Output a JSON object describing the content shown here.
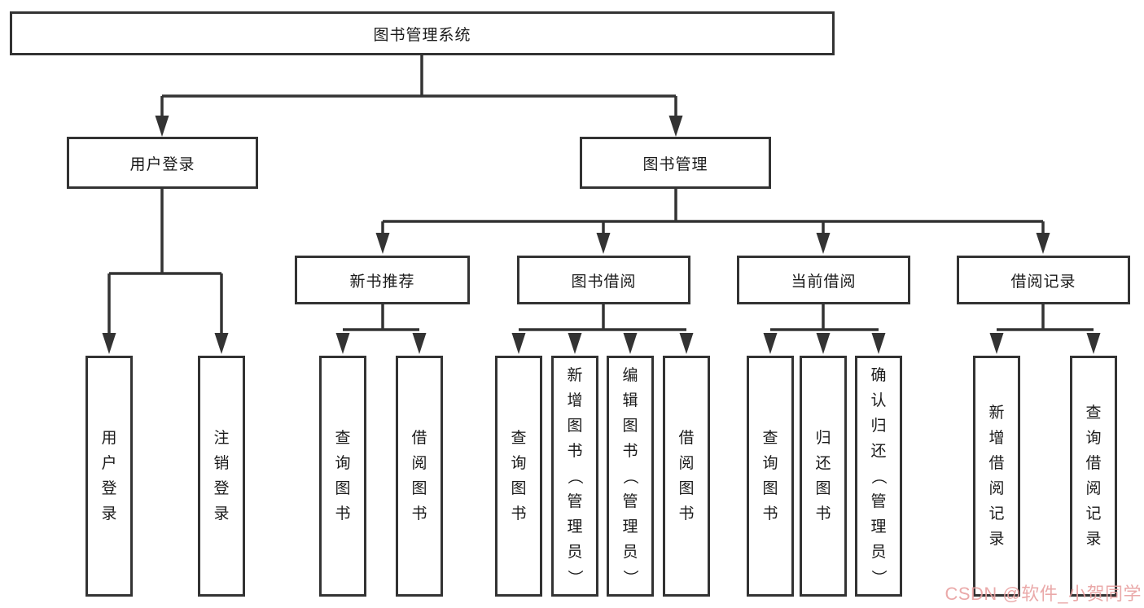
{
  "diagram": {
    "root_label": "图书管理系统",
    "branches": [
      {
        "label": "用户登录",
        "leaves": [
          "用户登录",
          "注销登录"
        ]
      },
      {
        "label": "图书管理",
        "groups": [
          {
            "label": "新书推荐",
            "leaves": [
              "查询图书",
              "借阅图书"
            ]
          },
          {
            "label": "图书借阅",
            "leaves": [
              "查询图书",
              "新增图书（管理员）",
              "编辑图书（管理员）",
              "借阅图书"
            ]
          },
          {
            "label": "当前借阅",
            "leaves": [
              "查询图书",
              "归还图书",
              "确认归还（管理员）"
            ]
          },
          {
            "label": "借阅记录",
            "leaves": [
              "新增借阅记录",
              "查询借阅记录"
            ]
          }
        ]
      }
    ],
    "line_color": "#333333"
  },
  "watermark": {
    "text": "CSDN @软件_小贺同学",
    "color": "#e8a0a0"
  }
}
